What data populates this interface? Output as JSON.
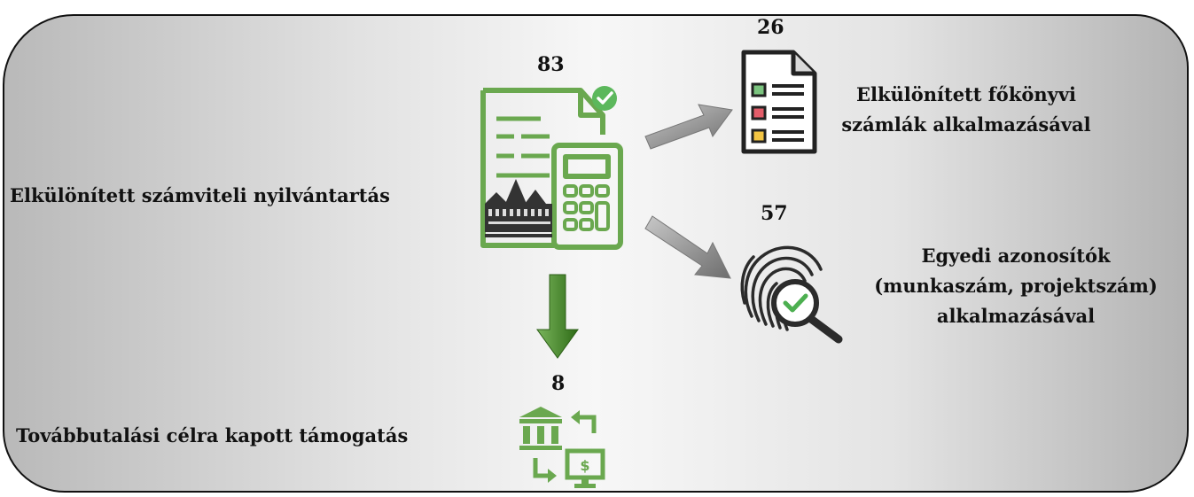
{
  "main_node": {
    "count": "83",
    "label": "Elkülönített számviteli nyilvántartás"
  },
  "branch_ledger": {
    "count": "26",
    "label_line1": "Elkülönített főkönyvi",
    "label_line2": "számlák alkalmazásával"
  },
  "branch_ids": {
    "count": "57",
    "label_line1": "Egyedi azonosítók",
    "label_line2": "(munkaszám, projektszám)",
    "label_line3": "alkalmazásával"
  },
  "branch_transfer": {
    "count": "8",
    "label": "Továbbutalási célra kapott támogatás"
  },
  "colors": {
    "accent_green": "#6aa84f",
    "check_green": "#5cb85c",
    "arrow_green": "#3e7d25",
    "arrow_gray": "#8a8a8a",
    "text": "#111111"
  },
  "icons": [
    "accounting-calculator-icon",
    "checklist-document-icon",
    "fingerprint-magnifier-icon",
    "bank-transfer-icon"
  ]
}
